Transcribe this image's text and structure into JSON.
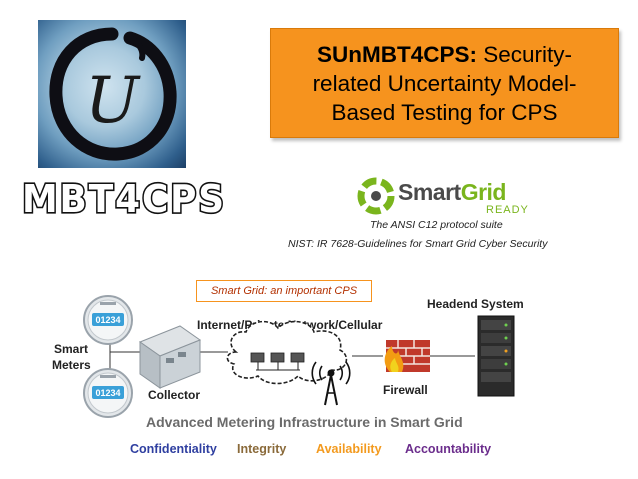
{
  "logo": {
    "letter": "U",
    "wordmark": "MBT4CPS"
  },
  "title": {
    "bold": "SUnMBT4CPS:",
    "rest": " Security-related Uncertainty Model-Based Testing for CPS",
    "line1_bold": "SUnMBT4CPS:",
    "line1_rest": " Security-",
    "line2": "related Uncertainty Model-",
    "line3": "Based Testing for CPS"
  },
  "smartgrid_logo": {
    "word1": "Smart",
    "word2": "Grid",
    "sub": "READY"
  },
  "refs": {
    "ansi": "The ANSI C12 protocol suite",
    "nist": "NIST: IR 7628-Guidelines for Smart Grid Cyber Security"
  },
  "note": "Smart Grid: an important CPS",
  "diagram": {
    "headend": "Headend System",
    "network": "Internet/Private Network/Cellular",
    "smart_meters_1": "Smart",
    "smart_meters_2": "Meters",
    "meter_reading": "01234",
    "collector": "Collector",
    "firewall": "Firewall",
    "caption": "Advanced Metering Infrastructure in Smart Grid"
  },
  "properties": [
    {
      "label": "Confidentiality",
      "color": "#2f3fa0"
    },
    {
      "label": "Integrity",
      "color": "#8a6a3a"
    },
    {
      "label": "Availability",
      "color": "#f39a1e"
    },
    {
      "label": "Accountability",
      "color": "#6b2d8c"
    }
  ]
}
